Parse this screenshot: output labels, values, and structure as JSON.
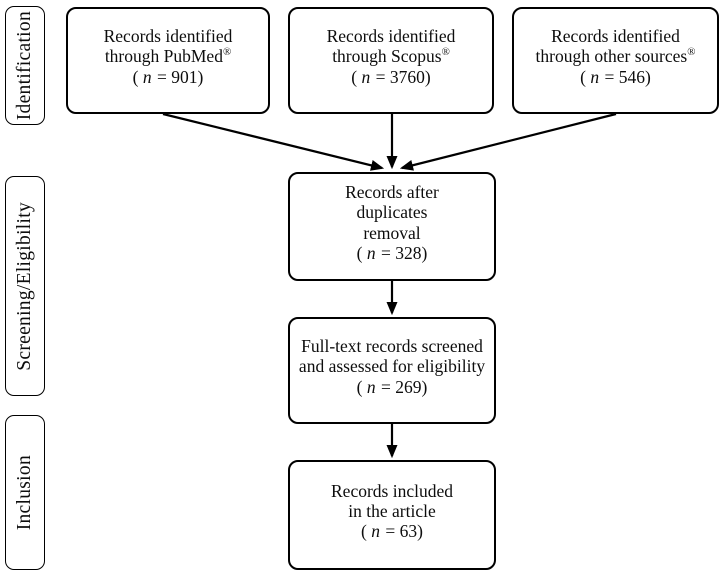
{
  "diagram": {
    "title": "PRISMA records flow diagram",
    "colors": {
      "line": "#000000",
      "background": "#ffffff",
      "text": "#0d0d0d"
    },
    "stage_labels": [
      {
        "label": "Identification"
      },
      {
        "label": "Screening/Eligibility"
      },
      {
        "label": "Inclusion"
      }
    ],
    "boxes": {
      "pubmed": {
        "line1": "Records identified",
        "line2": "through PubMed",
        "reg": "®",
        "count_open": "( ",
        "count_n": "n",
        "count_rest": " = 901)"
      },
      "scopus": {
        "line1": "Records identified",
        "line2": "through Scopus",
        "reg": "®",
        "count_open": "( ",
        "count_n": "n",
        "count_rest": " = 3760)"
      },
      "other_sources": {
        "line1": "Records identified",
        "line2": "through other sources",
        "reg": "®",
        "count_open": "( ",
        "count_n": "n",
        "count_rest": " = 546)"
      },
      "duplicates": {
        "line1": "Records after",
        "line2": "duplicates",
        "line3": "removal",
        "count_open": "( ",
        "count_n": "n",
        "count_rest": " = 328)"
      },
      "fulltext": {
        "line1": "Full-text records screened",
        "line2": "and assessed for eligibility",
        "count_open": "( ",
        "count_n": "n",
        "count_rest": " = 269)"
      },
      "included": {
        "line1": "Records included",
        "line2": "in the article",
        "count_open": "( ",
        "count_n": "n",
        "count_rest": " = 63)"
      }
    }
  }
}
